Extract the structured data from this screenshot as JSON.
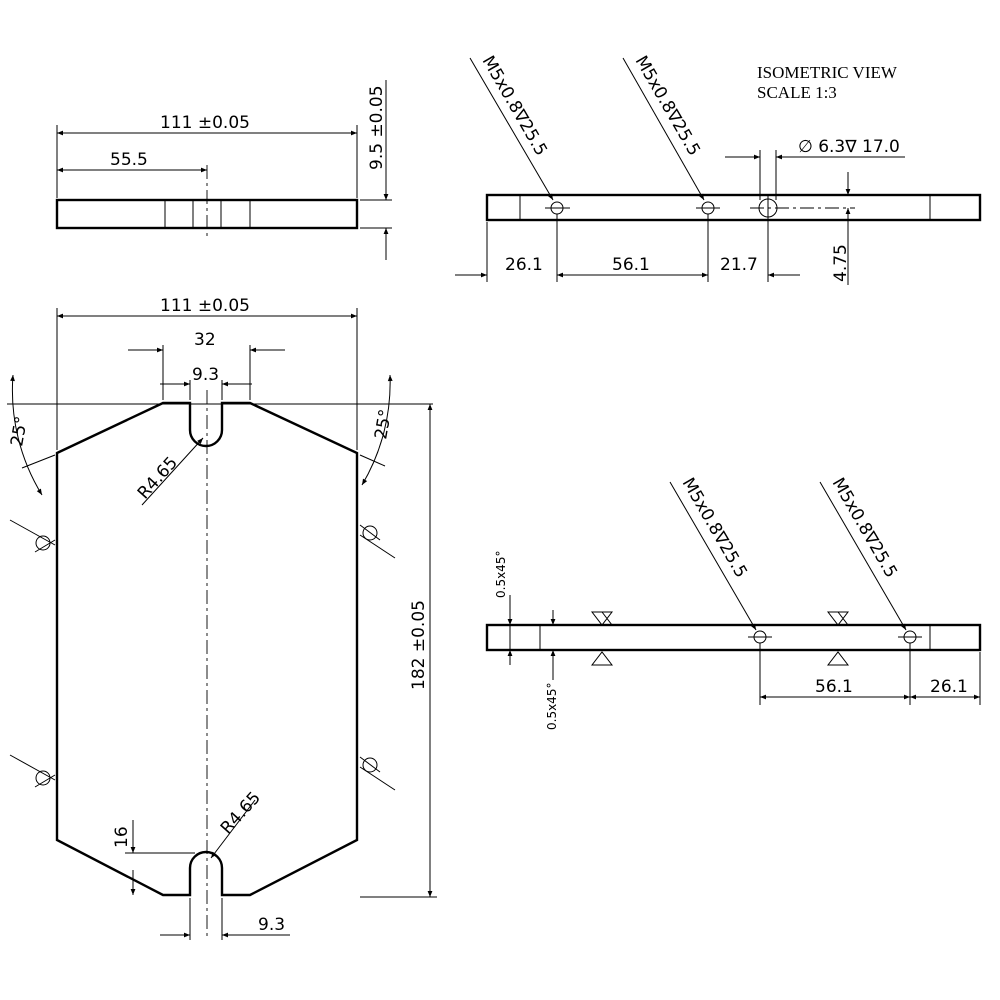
{
  "title": {
    "line1": "ISOMETRIC VIEW",
    "line2": "SCALE 1:3"
  },
  "side_view": {
    "width": "111 ±0.05",
    "half_width": "55.5",
    "thickness": "9.5 ±0.05"
  },
  "top_view": {
    "hole_callout_1": "M5x0.8∇25.5",
    "hole_callout_2": "M5x0.8∇25.5",
    "bore_callout": "∅ 6.3∇ 17.0",
    "dim_1": "26.1",
    "dim_2": "56.1",
    "dim_3": "21.7",
    "dim_4": "4.75"
  },
  "plate_view": {
    "width": "111 ±0.05",
    "flat_width": "32",
    "slot_width_top": "9.3",
    "angle_left": "25°",
    "angle_right": "25°",
    "radius_top": "R4.65",
    "radius_bottom": "R4.65",
    "height": "182 ±0.05",
    "slot_depth": "16",
    "slot_width_bottom": "9.3"
  },
  "bottom_view": {
    "hole_callout_1": "M5x0.8∇25.5",
    "hole_callout_2": "M5x0.8∇25.5",
    "chamfer_top": "0.5x45°",
    "chamfer_bottom": "0.5x45°",
    "dim_1": "56.1",
    "dim_2": "26.1"
  }
}
